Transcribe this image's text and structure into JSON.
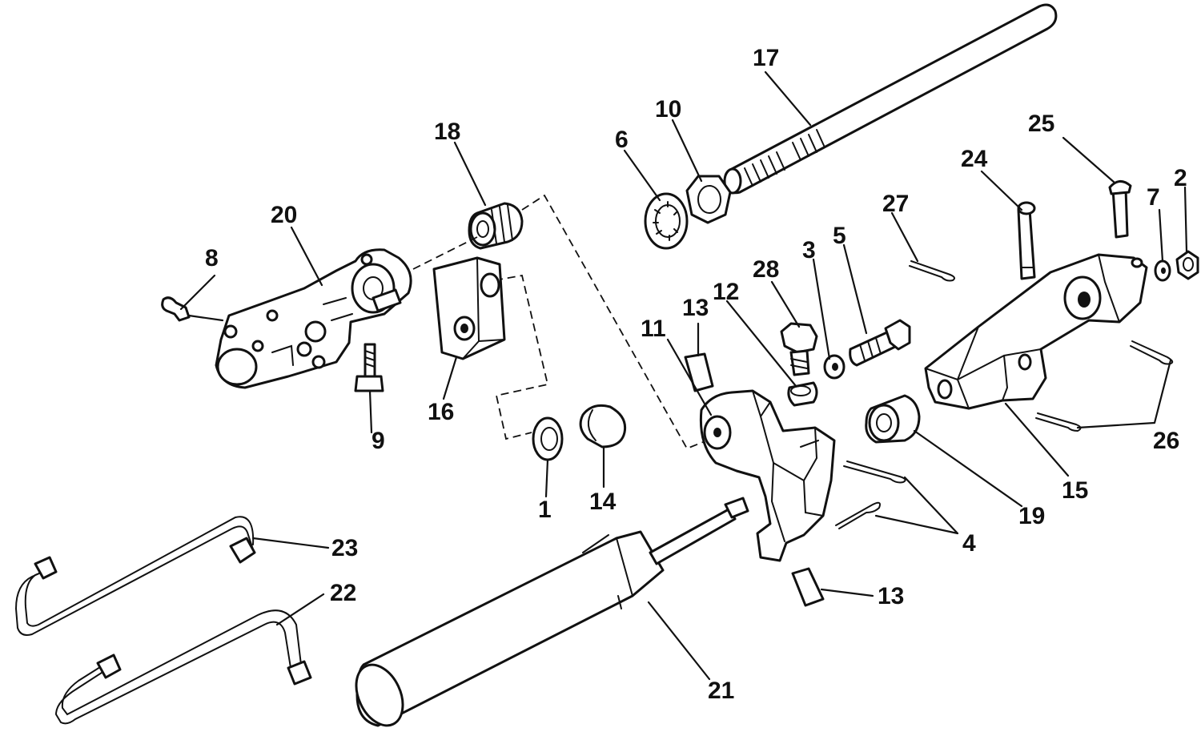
{
  "callouts": [
    "1",
    "2",
    "3",
    "4",
    "5",
    "6",
    "7",
    "8",
    "9",
    "10",
    "11",
    "12",
    "13",
    "13",
    "14",
    "15",
    "16",
    "17",
    "18",
    "19",
    "20",
    "21",
    "22",
    "23",
    "24",
    "25",
    "26",
    "27",
    "28"
  ]
}
